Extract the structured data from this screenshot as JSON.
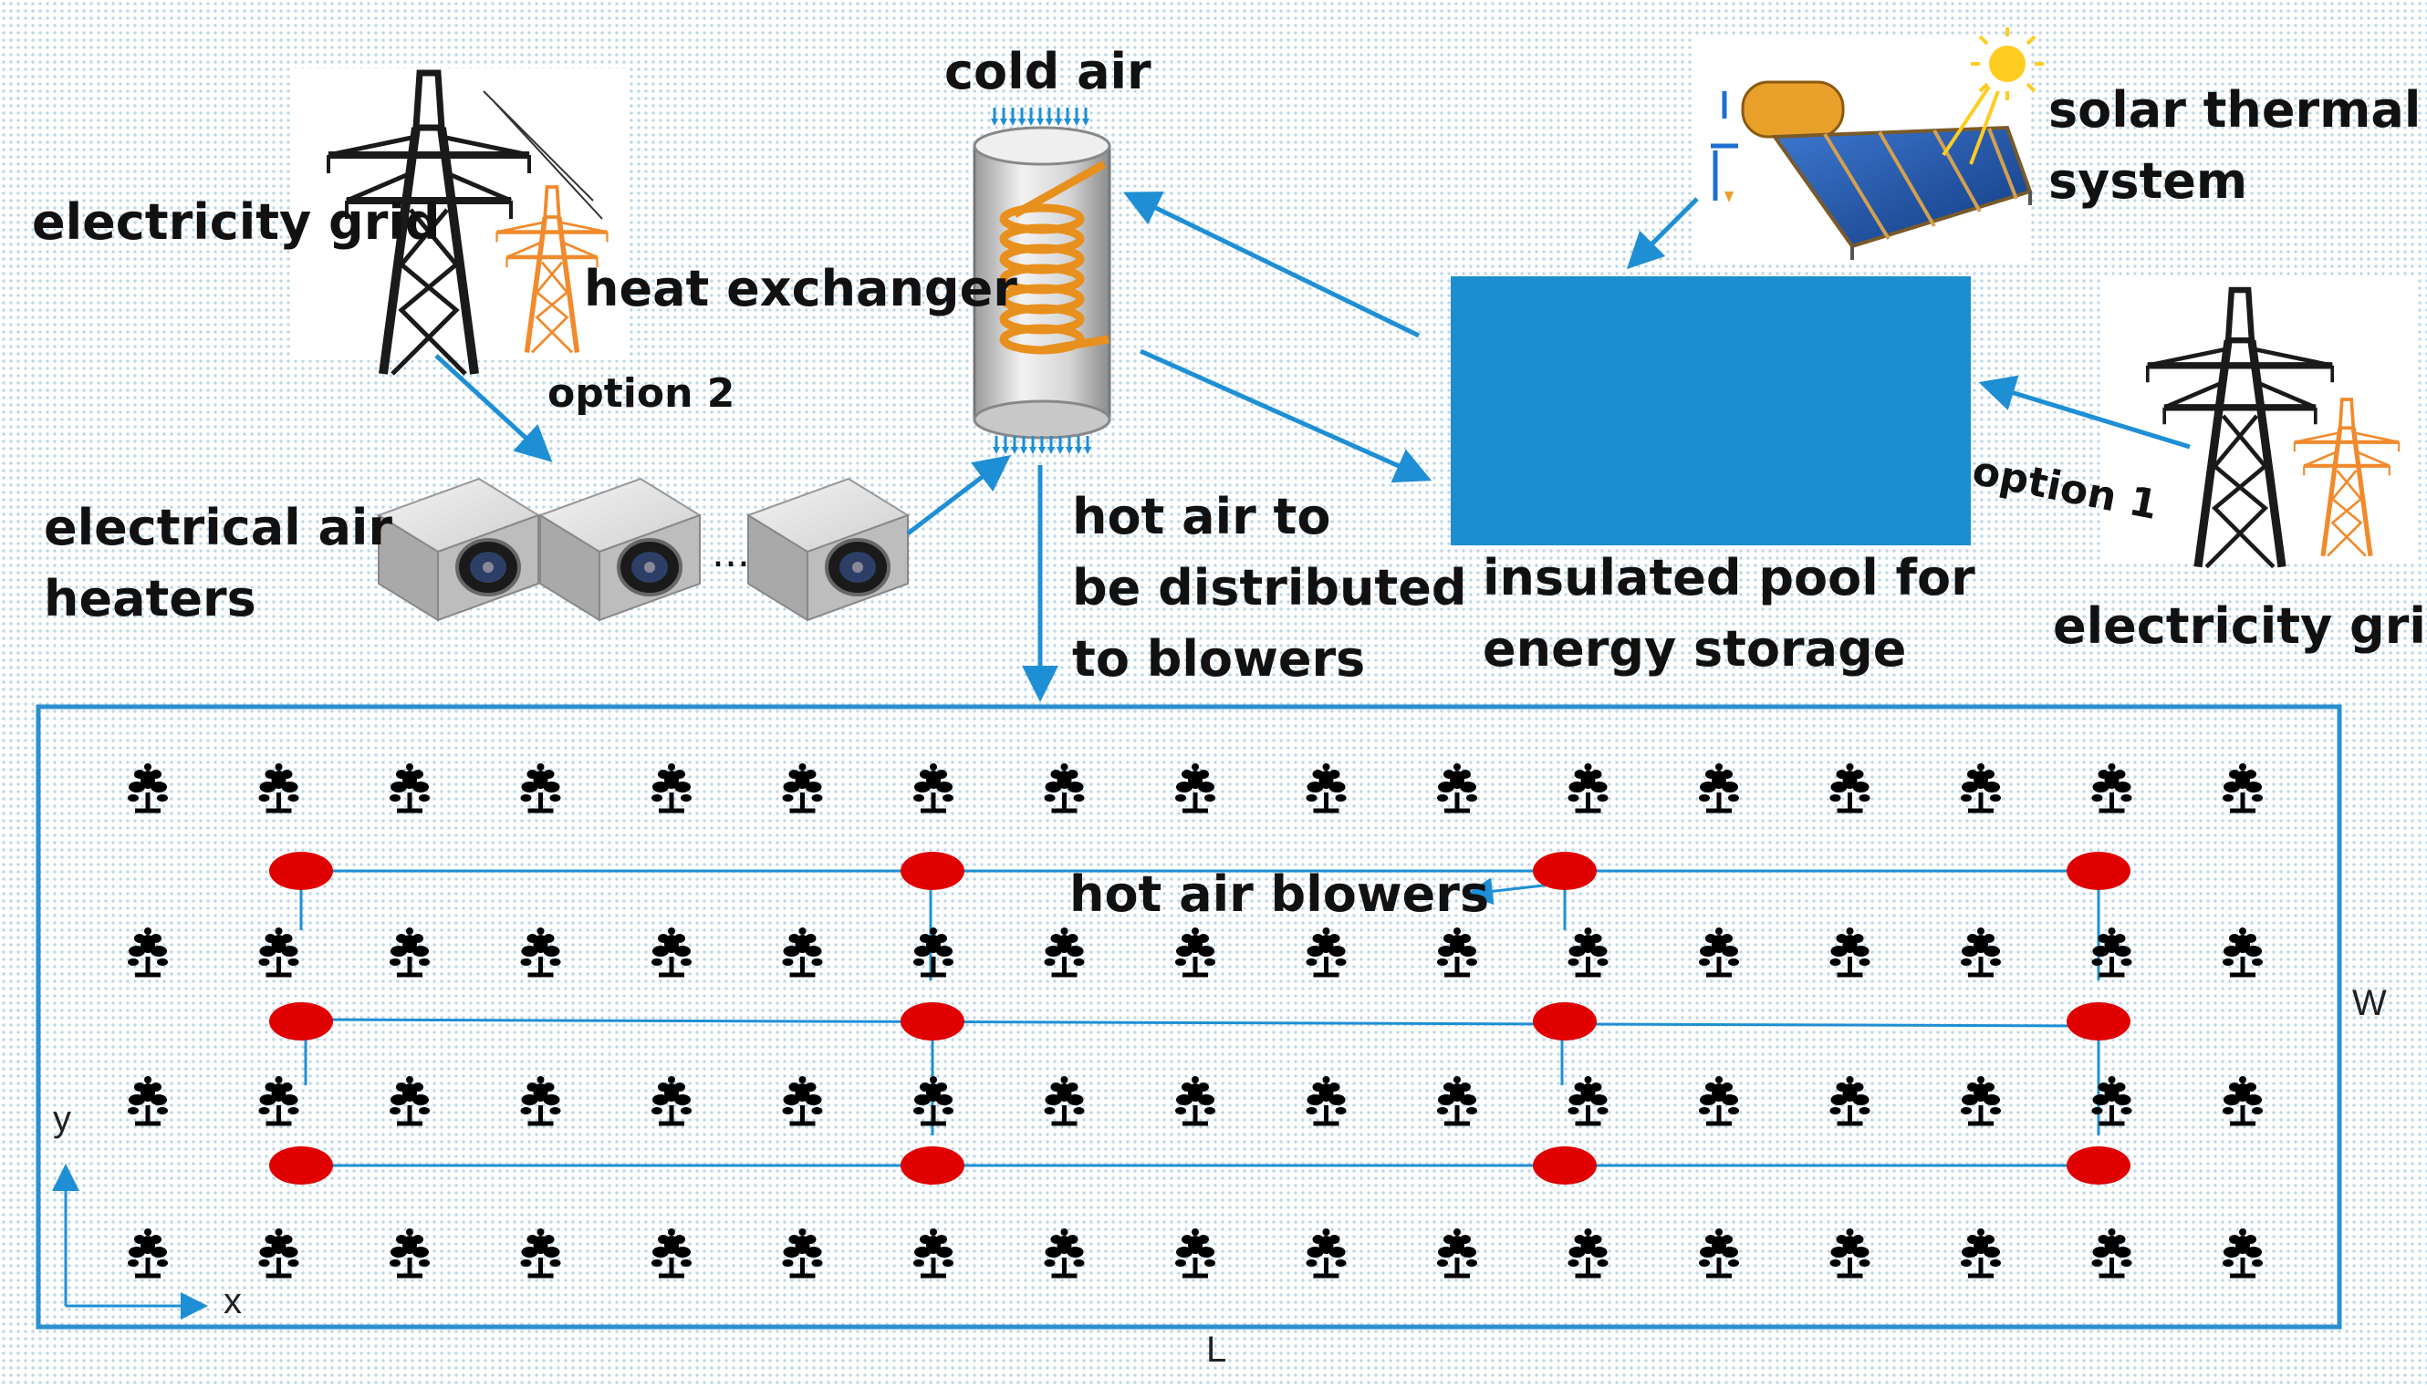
{
  "labels": {
    "cold_air": "cold air",
    "electricity_grid_left": "electricity grid",
    "heat_exchanger": "heat exchanger",
    "option_2": "option 2",
    "electrical_air_heaters": [
      "electrical air",
      "heaters"
    ],
    "ellipsis": "...",
    "hot_air_distributed": [
      "hot air to",
      "be distributed",
      "to blowers"
    ],
    "insulated_pool": [
      "insulated pool for",
      "energy storage"
    ],
    "solar_thermal": [
      "solar thermal",
      "system"
    ],
    "option_1": "option 1",
    "electricity_grid_right": "electricity grid",
    "hot_air_blowers": "hot air blowers",
    "axis_y": "y",
    "axis_x": "x",
    "dim_w": "W",
    "dim_l": "L"
  },
  "field": {
    "plant_rows": 4,
    "plant_columns": 17,
    "blower_rows": 3,
    "blowers_per_row": 4
  },
  "colors": {
    "arrow": "#1e8fd4",
    "pool": "#1b8ed0",
    "field_border": "#2a8fd0",
    "blower": "#e00000",
    "tower_dark": "#1a1a1a",
    "tower_orange": "#f08a2c",
    "coil": "#e8901e",
    "solar_panel": "#1a4fa0"
  }
}
